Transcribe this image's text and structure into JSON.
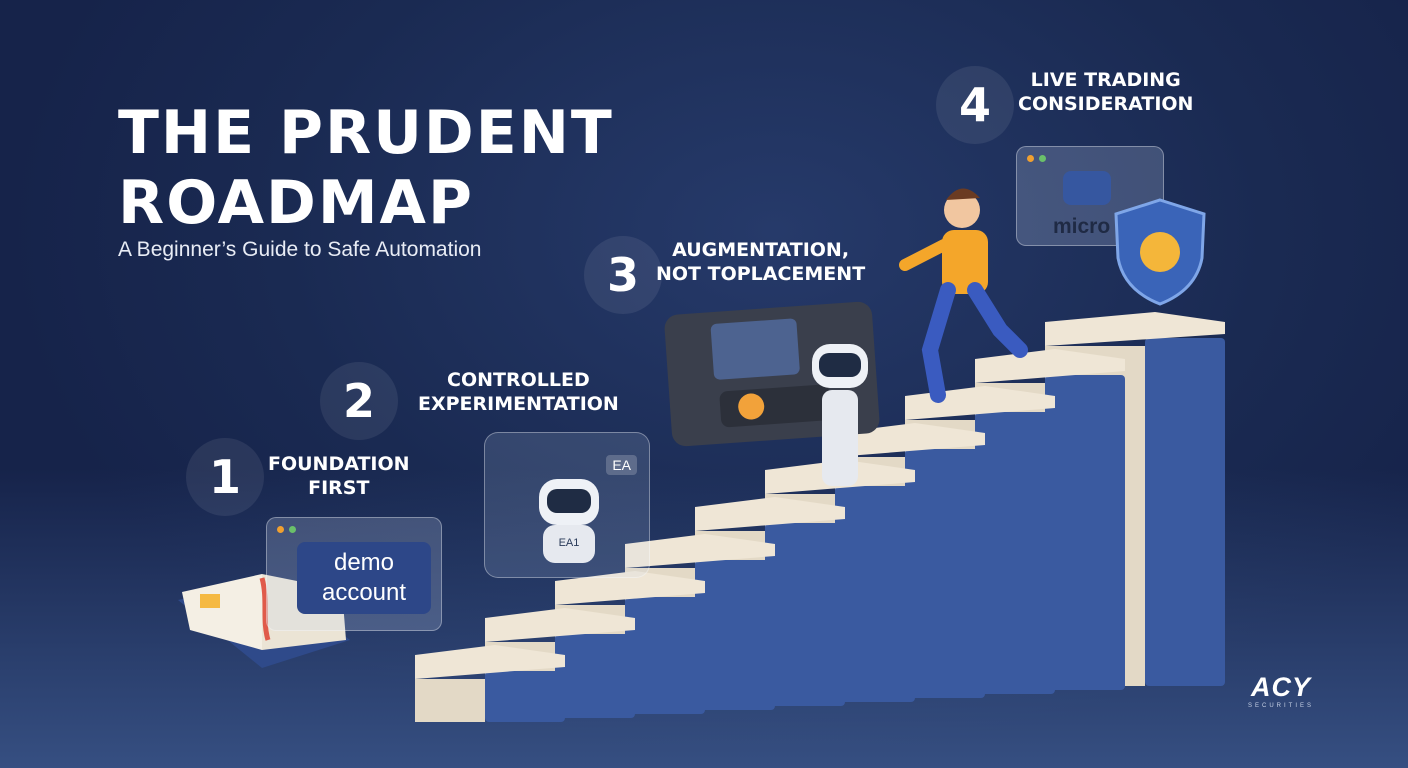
{
  "header": {
    "title_line1": "THE PRUDENT",
    "title_line2": "ROADMAP",
    "subtitle": "A Beginner’s Guide to Safe Automation"
  },
  "steps": [
    {
      "number": "1",
      "line1": "FOUNDATION",
      "line2": "FIRST"
    },
    {
      "number": "2",
      "line1": "CONTROLLED",
      "line2": "EXPERIMENTATION"
    },
    {
      "number": "3",
      "line1": "AUGMENTATION,",
      "line2": "NOT TOPLACEMENT"
    },
    {
      "number": "4",
      "line1": "LIVE TRADING",
      "line2": "CONSIDERATION"
    }
  ],
  "illustrations": {
    "demo_window": {
      "line1": "demo",
      "line2": "account"
    },
    "ea_tag": "EA",
    "robot_chest": "EA1",
    "micro_window": "micro"
  },
  "logo": {
    "mark": "ACY",
    "tagline": "SECURITIES"
  },
  "colors": {
    "background": "#1a2a52",
    "stair_top": "#efe6d6",
    "stair_front": "#3a5aa0",
    "accent_orange": "#f5a623"
  }
}
